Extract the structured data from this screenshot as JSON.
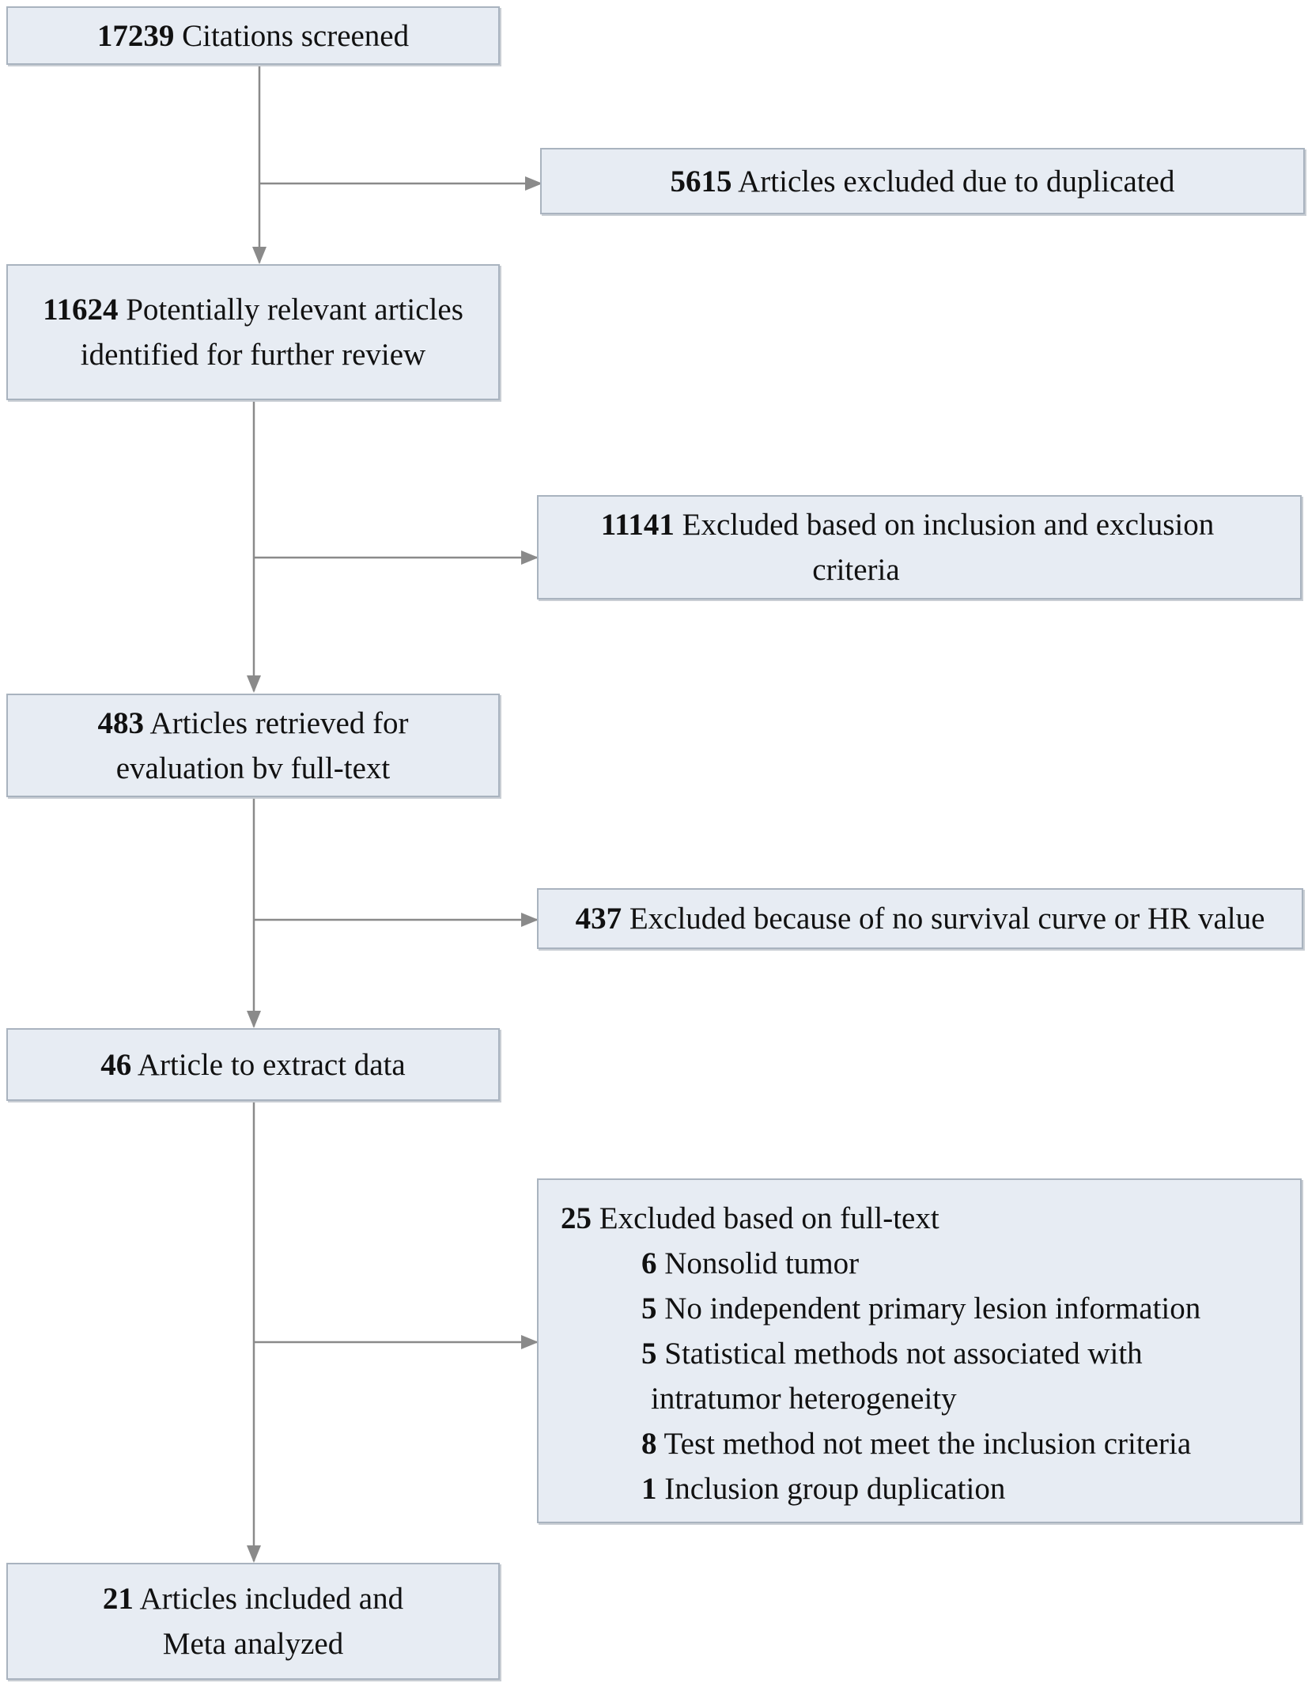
{
  "steps": {
    "screened": {
      "count": "17239",
      "text": " Citations screened"
    },
    "potential": {
      "count": "11624",
      "text1": " Potentially relevant articles",
      "text2": "identified for further review"
    },
    "retrieved": {
      "count": "483",
      "text1": " Articles retrieved for",
      "text2": "evaluation bv full-text"
    },
    "extract": {
      "count": "46",
      "text": " Article to extract data"
    },
    "included": {
      "count": "21",
      "text1": " Articles included and",
      "text2": "Meta analyzed"
    }
  },
  "exclusions": {
    "duplicated": {
      "count": "5615",
      "text": " Articles excluded due to duplicated"
    },
    "criteria": {
      "count": "11141",
      "text1": " Excluded based on inclusion and exclusion",
      "text2": "criteria"
    },
    "no_survival": {
      "count": "437",
      "text": " Excluded because of no survival curve or HR value"
    },
    "full_text": {
      "count": "25",
      "text": " Excluded based on full-text",
      "reasons": [
        {
          "count": "6",
          "text": " Nonsolid tumor"
        },
        {
          "count": "5",
          "text": " No independent primary lesion information"
        },
        {
          "count": "5",
          "text": " Statistical methods not associated with",
          "text_cont": "intratumor heterogeneity"
        },
        {
          "count": "8",
          "text": " Test method not meet the inclusion criteria"
        },
        {
          "count": "1",
          "text": " Inclusion group duplication"
        }
      ]
    }
  },
  "colors": {
    "box_fill": "#e7ecf3",
    "box_border": "#a9b3bf",
    "connector": "#8a8a8a"
  }
}
